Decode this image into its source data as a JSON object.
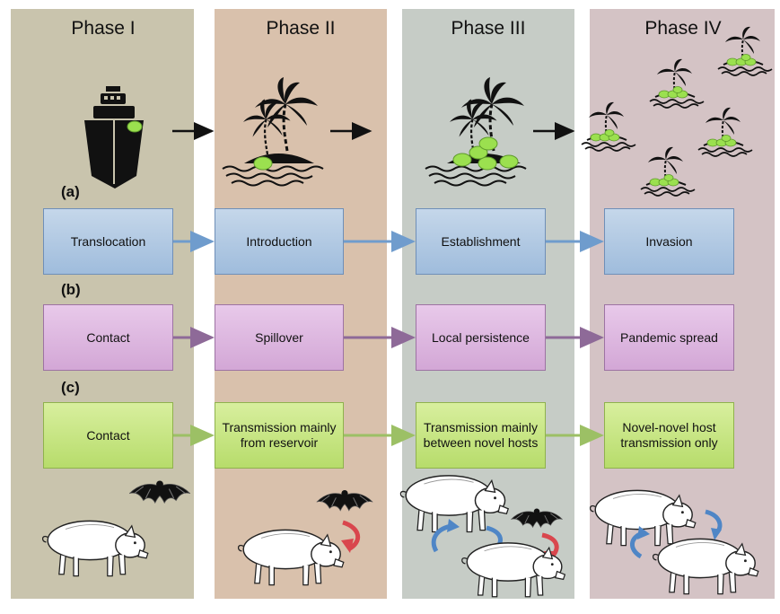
{
  "phases": [
    "Phase I",
    "Phase II",
    "Phase III",
    "Phase IV"
  ],
  "rows": [
    {
      "label": "(a)",
      "color": "blue",
      "boxes": [
        "Translocation",
        "Introduction",
        "Establishment",
        "Invasion"
      ]
    },
    {
      "label": "(b)",
      "color": "purple",
      "boxes": [
        "Contact",
        "Spillover",
        "Local persistence",
        "Pandemic spread"
      ]
    },
    {
      "label": "(c)",
      "color": "green",
      "boxes": [
        "Contact",
        "Transmission mainly from reservoir",
        "Transmission mainly between novel hosts",
        "Novel-novel host transmission only"
      ]
    }
  ],
  "colors": {
    "phase1": "#c9c4ad",
    "phase2": "#d9c1ac",
    "phase3": "#c6ccc6",
    "phase4": "#d4c3c5",
    "blue_arrow": "#6f9ccd",
    "purple_arrow": "#8e6a98",
    "green_arrow": "#9cc065",
    "seed": "#9be04f",
    "red_arrow": "#d9464d",
    "blue_cycle": "#4f86c6"
  },
  "icons": [
    "ship-icon",
    "island-icon",
    "palm-tree-icon",
    "pig-icon",
    "bat-icon",
    "cycle-arrow-icon"
  ]
}
